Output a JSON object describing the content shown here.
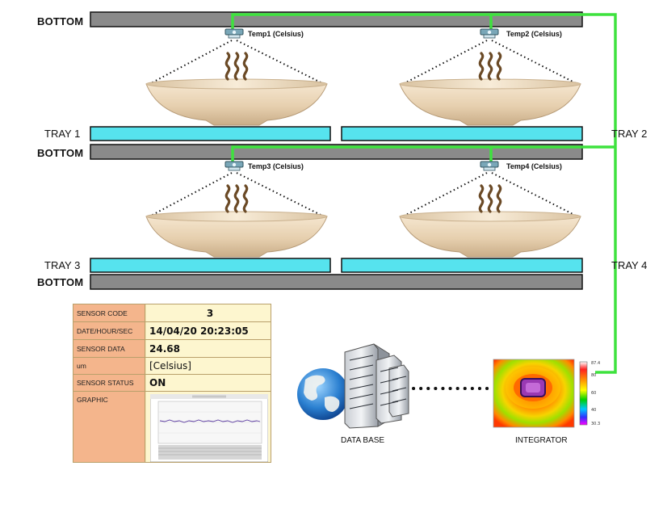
{
  "levels": {
    "bottom_label": "BOTTOM",
    "trays": [
      "TRAY 1",
      "TRAY 2",
      "TRAY 3",
      "TRAY 4"
    ]
  },
  "sensors": [
    "Temp1 (Celsius)",
    "Temp2 (Celsius)",
    "Temp3 (Celsius)",
    "Temp4 (Celsius)"
  ],
  "table": {
    "rows": [
      {
        "key": "SENSOR CODE",
        "value": "3"
      },
      {
        "key": "DATE/HOUR/SEC",
        "value": "14/04/20 20:23:05"
      },
      {
        "key": "SENSOR DATA",
        "value": "24.68"
      },
      {
        "key": "um",
        "value": "[Celsius]"
      },
      {
        "key": "SENSOR STATUS",
        "value": "ON"
      },
      {
        "key": "GRAPHIC",
        "value": ""
      }
    ]
  },
  "captions": {
    "database": "DATA BASE",
    "integrator": "INTEGRATOR"
  },
  "thermal_scale": [
    "87.4",
    "80",
    "60",
    "40",
    "30.3"
  ],
  "colors": {
    "wire": "#3ee23e",
    "bottom_plate": "#8a8a8a",
    "tray": "#56e3ee",
    "bowl": "#ead6b8",
    "steam": "#6b4a26"
  }
}
